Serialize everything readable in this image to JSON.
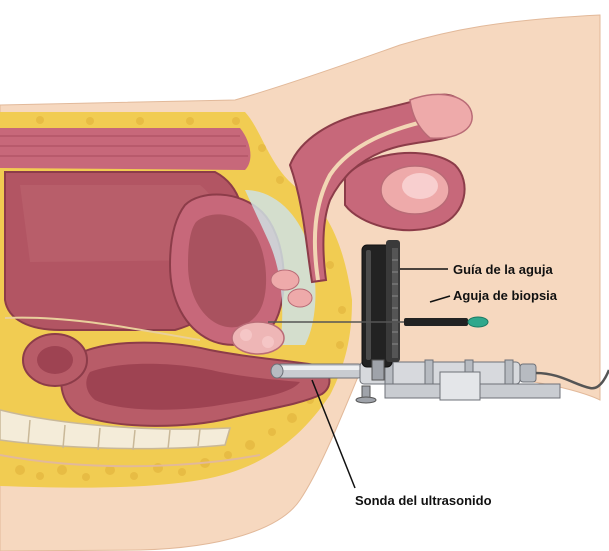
{
  "labels": {
    "needle_guide": "Guía de la aguja",
    "biopsy_needle": "Aguja de biopsia",
    "ultrasound_probe": "Sonda del ultrasonido"
  },
  "colors": {
    "skin": "#f6d8bf",
    "skin_shadow": "#e9bfa0",
    "fat": "#f1cc52",
    "fat_dot": "#e2b23c",
    "muscle": "#c7687a",
    "organ": "#b25563",
    "organ_dark": "#9e4352",
    "bladder_inner": "#a9525f",
    "rectum": "#b85c68",
    "bone": "#f4ecd9",
    "glans": "#eeaaaa",
    "fluid": "#cfe0e3",
    "metal": "#c9ccd1",
    "metal_dark": "#6e7178",
    "guide_block": "#222222",
    "needle_tip": "#2fa88c"
  }
}
